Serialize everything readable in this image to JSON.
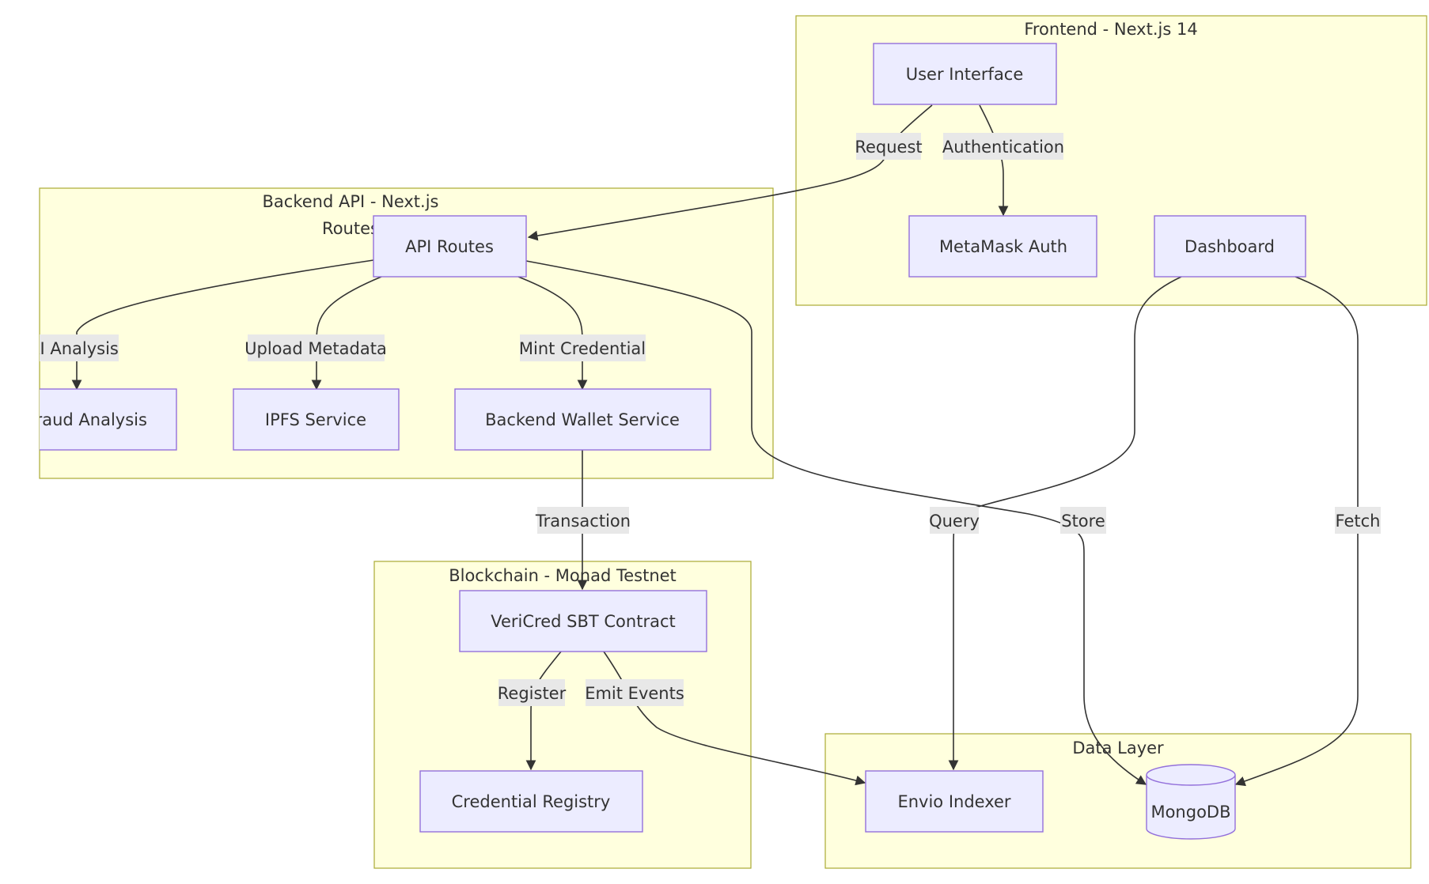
{
  "clusters": {
    "frontend": {
      "label": "Frontend - Next.js 14"
    },
    "backend": {
      "label_line1": "Backend API - Next.js",
      "label_line2": "Routes"
    },
    "blockchain": {
      "label": "Blockchain - Monad Testnet"
    },
    "data": {
      "label": "Data Layer"
    }
  },
  "nodes": {
    "user_interface": "User Interface",
    "metamask_auth": "MetaMask Auth",
    "dashboard": "Dashboard",
    "api_routes": "API Routes",
    "fraud_analysis": "Fraud Analysis",
    "ipfs_service": "IPFS Service",
    "backend_wallet": "Backend Wallet Service",
    "sbt_contract": "VeriCred SBT Contract",
    "credential_registry": "Credential Registry",
    "envio_indexer": "Envio Indexer",
    "mongodb": "MongoDB"
  },
  "edges": {
    "request": "Request",
    "authentication": "Authentication",
    "ai_analysis": "AI Analysis",
    "upload_metadata": "Upload Metadata",
    "mint_credential": "Mint Credential",
    "transaction": "Transaction",
    "query": "Query",
    "store": "Store",
    "fetch": "Fetch",
    "register": "Register",
    "emit_events": "Emit Events"
  }
}
